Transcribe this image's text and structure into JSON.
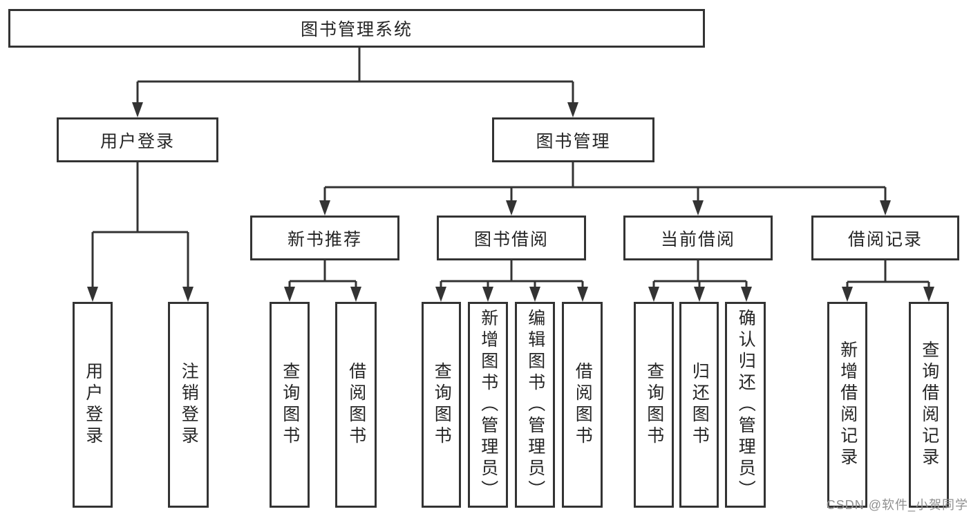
{
  "root": {
    "label": "图书管理系统"
  },
  "level2": [
    {
      "label": "用户登录"
    },
    {
      "label": "图书管理"
    }
  ],
  "level3": [
    {
      "label": "新书推荐",
      "parent": "图书管理"
    },
    {
      "label": "图书借阅",
      "parent": "图书管理"
    },
    {
      "label": "当前借阅",
      "parent": "图书管理"
    },
    {
      "label": "借阅记录",
      "parent": "图书管理"
    }
  ],
  "leaves": [
    {
      "label": "用户登录",
      "parent": "用户登录"
    },
    {
      "label": "注销登录",
      "parent": "用户登录"
    },
    {
      "label": "查询图书",
      "parent": "新书推荐"
    },
    {
      "label": "借阅图书",
      "parent": "新书推荐"
    },
    {
      "label": "查询图书",
      "parent": "图书借阅"
    },
    {
      "label": "新增图书（管理员）",
      "parent": "图书借阅"
    },
    {
      "label": "编辑图书（管理员）",
      "parent": "图书借阅"
    },
    {
      "label": "借阅图书",
      "parent": "图书借阅"
    },
    {
      "label": "查询图书",
      "parent": "当前借阅"
    },
    {
      "label": "归还图书",
      "parent": "当前借阅"
    },
    {
      "label": "确认归还（管理员）",
      "parent": "当前借阅"
    },
    {
      "label": "新增借阅记录",
      "parent": "借阅记录"
    },
    {
      "label": "查询借阅记录",
      "parent": "借阅记录"
    }
  ],
  "watermark": {
    "text": "CSDN @软件_小贺同学"
  },
  "colors": {
    "line": "#333333",
    "text": "#252525",
    "box_fill": "#ffffff",
    "watermark": "#8f8f8f",
    "background": "#ffffff"
  }
}
